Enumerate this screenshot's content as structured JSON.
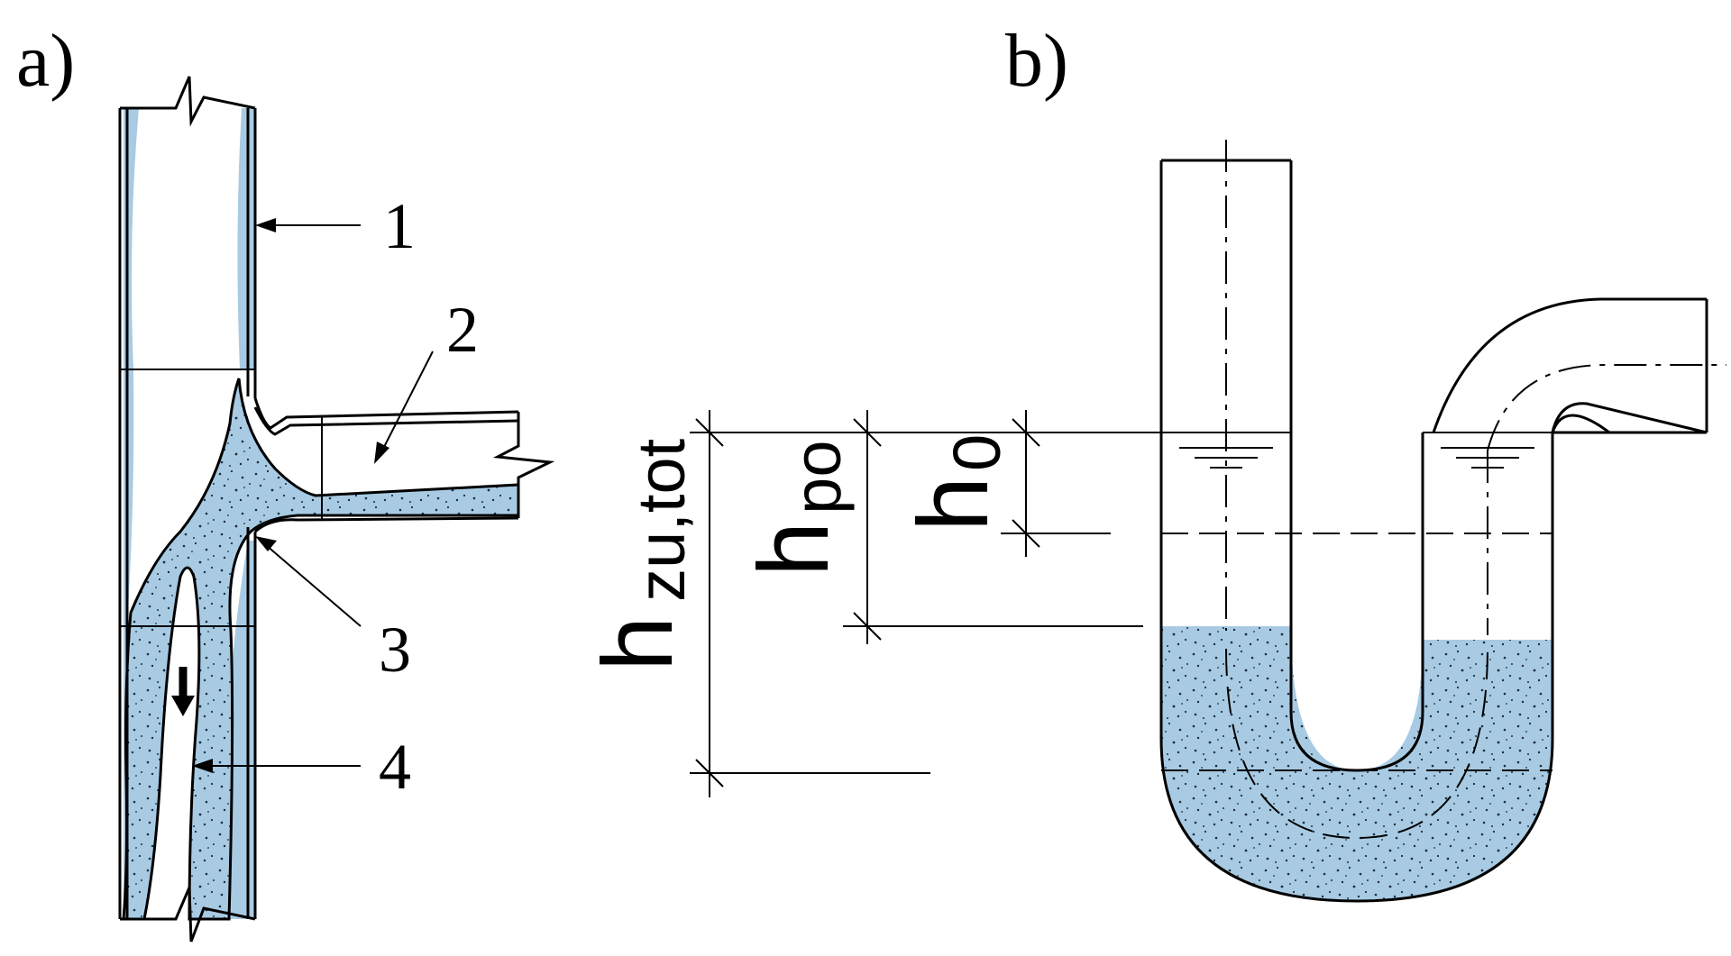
{
  "panels": {
    "a": {
      "label": "a)"
    },
    "b": {
      "label": "b)"
    }
  },
  "callouts": [
    "1",
    "2",
    "3",
    "4"
  ],
  "dimensions": {
    "total": {
      "main": "h",
      "sub": "zu,tot"
    },
    "po": {
      "main": "h",
      "sub": "po"
    },
    "zero": {
      "main": "h",
      "sub": "0"
    }
  },
  "colors": {
    "water": "#a8cbe3",
    "speckle": "#1c2c3e",
    "line": "#000000"
  }
}
